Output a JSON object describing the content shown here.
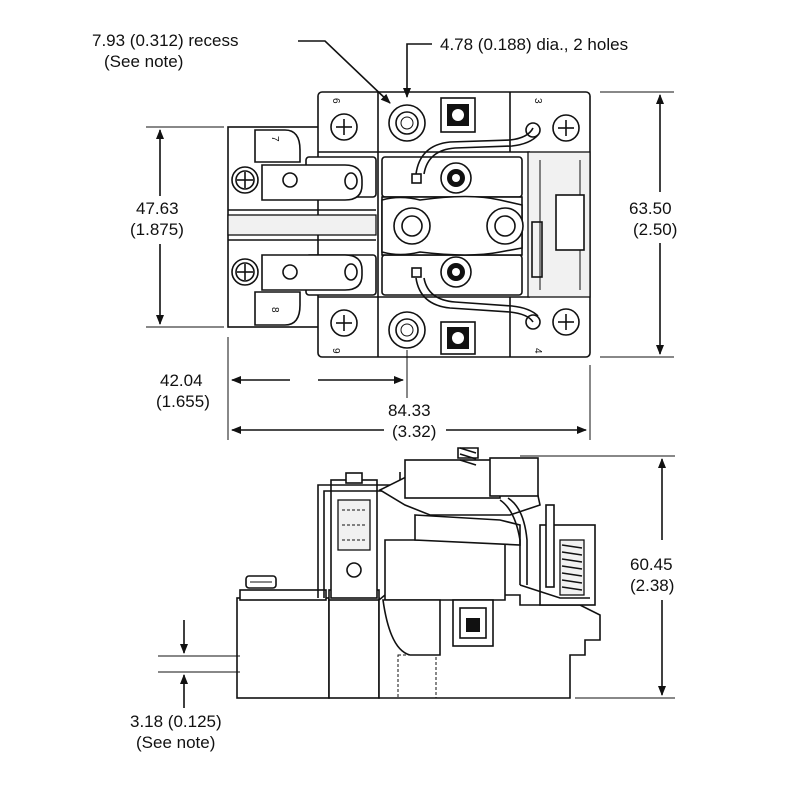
{
  "top_view": {
    "recess_label": "7.93 (0.312) recess",
    "recess_note": "(See note)",
    "holes_label": "4.78 (0.188) dia., 2 holes",
    "width_small_mm": "47.63",
    "width_small_in": "(1.875)",
    "height_mm": "63.50",
    "height_in": "(2.50)",
    "offset_mm": "42.04",
    "offset_in": "(1.655)",
    "length_mm": "84.33",
    "length_in": "(3.32)",
    "terminals": [
      "6",
      "7",
      "8",
      "9",
      "3",
      "4"
    ]
  },
  "side_view": {
    "height_mm": "60.45",
    "height_in": "(2.38)",
    "thickness_label": "3.18 (0.125)",
    "thickness_note": "(See note)"
  }
}
